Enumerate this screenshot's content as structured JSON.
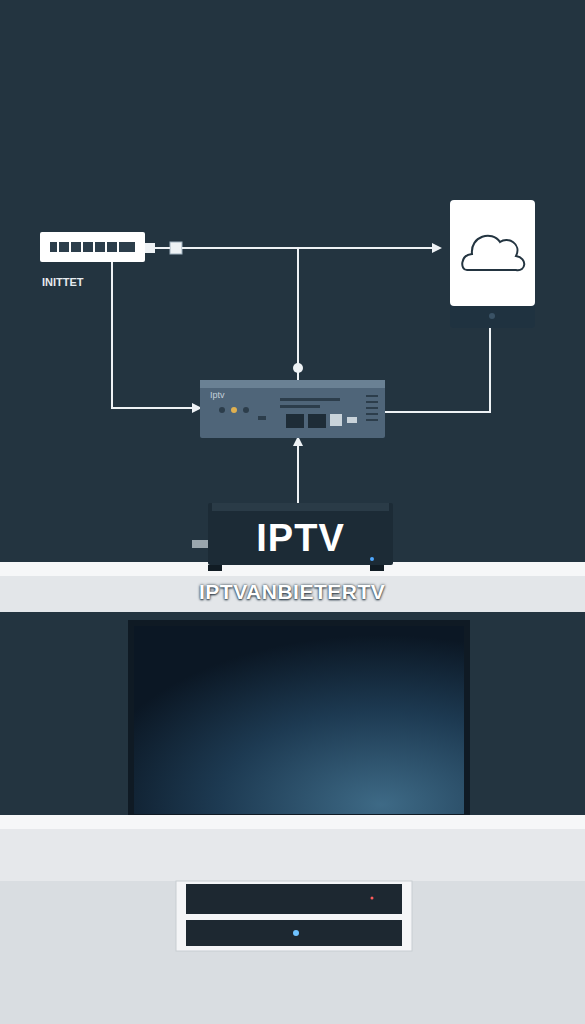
{
  "diagram": {
    "nodes": [
      {
        "text": [
          "INITTET"
        ]
      },
      {
        "text": [
          "Iptv"
        ]
      },
      {
        "text": [
          "IPTV"
        ]
      }
    ],
    "edges": [
      {
        "from": 0,
        "to": 1,
        "arrow": "to"
      },
      {
        "from": 2,
        "to": 1,
        "arrow": "to"
      }
    ],
    "labels": [
      "IPTVANBIETERTV"
    ]
  }
}
